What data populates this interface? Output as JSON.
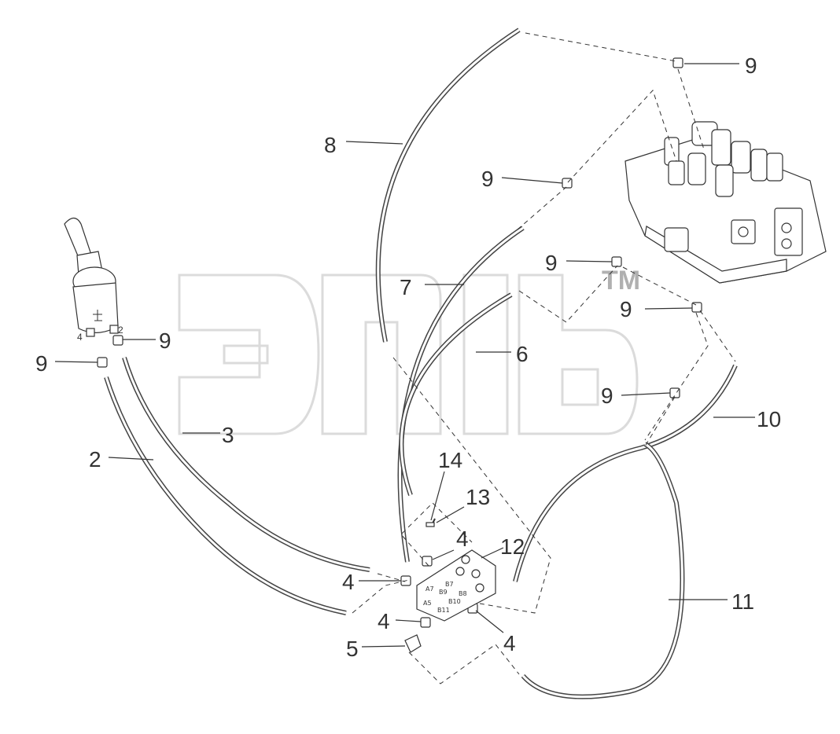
{
  "diagram": {
    "callouts": {
      "c2": "2",
      "c3": "3",
      "c4a": "4",
      "c4b": "4",
      "c4c": "4",
      "c4d": "4",
      "c5": "5",
      "c6": "6",
      "c7": "7",
      "c8": "8",
      "c9a": "9",
      "c9b": "9",
      "c9c": "9",
      "c9d": "9",
      "c9e": "9",
      "c9f": "9",
      "c9g": "9",
      "c10": "10",
      "c11": "11",
      "c12": "12",
      "c13": "13",
      "c14": "14"
    },
    "joystick_ports": {
      "p2": "2",
      "p4": "4"
    },
    "block_ports": {
      "a7": "A7",
      "b7": "B7",
      "b9": "B9",
      "a5": "A5",
      "b8": "B8",
      "b10": "B10",
      "b11": "B11"
    },
    "watermark": {
      "tm": "TM"
    }
  }
}
